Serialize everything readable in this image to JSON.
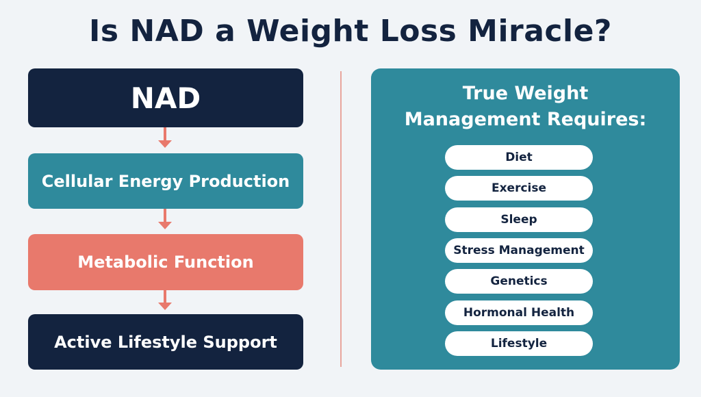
{
  "title": "Is NAD a Weight Loss Miracle?",
  "flow": {
    "nad": "NAD",
    "energy": "Cellular Energy Production",
    "metabolic": "Metabolic Function",
    "active": "Active Lifestyle Support"
  },
  "panel": {
    "title_line1": "True Weight",
    "title_line2": "Management Requires:",
    "items": [
      "Diet",
      "Exercise",
      "Sleep",
      "Stress Management",
      "Genetics",
      "Hormonal Health",
      "Lifestyle"
    ]
  },
  "colors": {
    "navy": "#13233f",
    "teal": "#2f8a9c",
    "coral": "#e8796c",
    "background": "#f1f4f7"
  }
}
